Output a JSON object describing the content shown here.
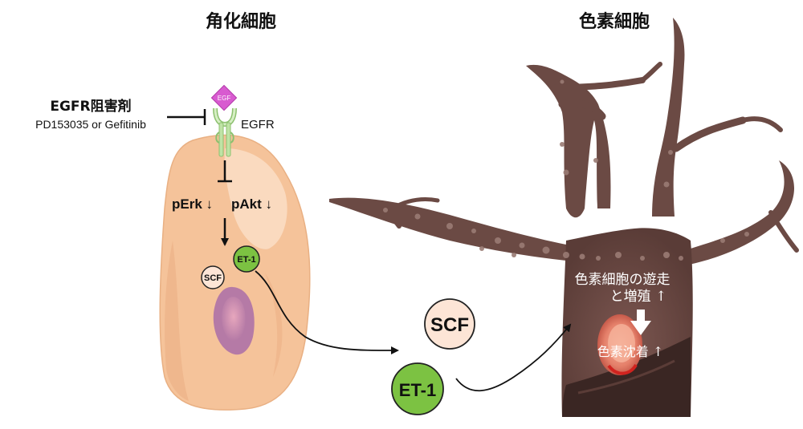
{
  "titles": {
    "keratinocyte": "角化細胞",
    "melanocyte": "色素細胞"
  },
  "inhibitor": {
    "name": "EGFR阻害剤",
    "drugs": "PD153035 or Gefitinib"
  },
  "receptor": {
    "ligand": "EGF",
    "label": "EGFR"
  },
  "signaling": {
    "perk": "pErk ↓",
    "pakt": "pAkt ↓"
  },
  "factors": {
    "scf": "SCF",
    "et1": "ET-1"
  },
  "melanocyte_effects": {
    "migration_line1": "色素細胞の遊走",
    "migration_line2": "と増殖 ↑",
    "pigmentation": "色素沈着 ↑"
  },
  "colors": {
    "keratinocyte": "#f5c39a",
    "keratinocyte_highlight": "#fbe0c8",
    "nucleus": "#b57aa6",
    "melanocyte": "#6b4a44",
    "melanocyte_dark": "#3a2623",
    "et1_green": "#7cc242",
    "scf_fill": "#fde5d6",
    "egf_magenta": "#d85bd0",
    "egfr_green": "#bfe3a5"
  }
}
